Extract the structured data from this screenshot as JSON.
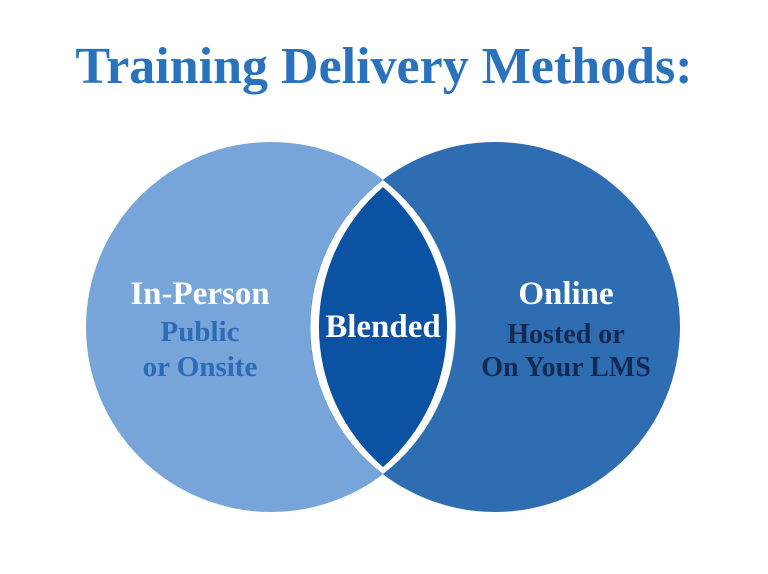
{
  "title": "Training Delivery Methods:",
  "venn": {
    "left_circle": {
      "heading": "In-Person",
      "sub_line1": "Public",
      "sub_line2": "or Onsite"
    },
    "overlap": {
      "label": "Blended"
    },
    "right_circle": {
      "heading": "Online",
      "sub_line1": "Hosted or",
      "sub_line2": "On Your LMS"
    }
  },
  "colors": {
    "background": "#FFFFFF",
    "title_text": "#2A72BC",
    "left_circle_fill": "#77A5DA",
    "right_circle_fill": "#2F6DB3",
    "overlap_fill": "#0C52A2",
    "overlap_outline": "#FFFFFF",
    "heading_text": "#FFFFFF",
    "left_sub_text": "#2C6BB6",
    "right_sub_text": "#152A52"
  }
}
